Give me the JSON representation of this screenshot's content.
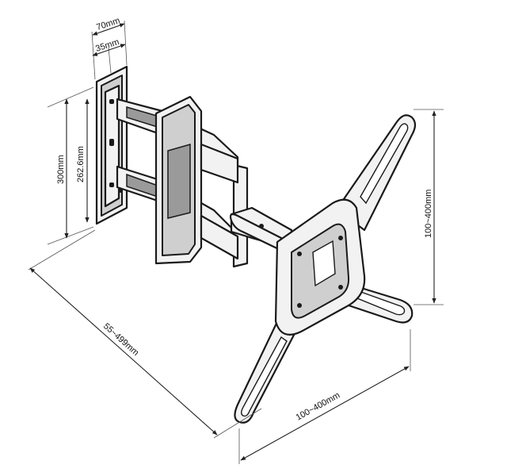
{
  "dimensions": {
    "d70": "70mm",
    "d35": "35mm",
    "d300": "300mm",
    "d262": "262.6mm",
    "d_extension": "55~499mm",
    "d_vesa_h": "100~400mm",
    "d_vesa_v": "100~400mm"
  }
}
